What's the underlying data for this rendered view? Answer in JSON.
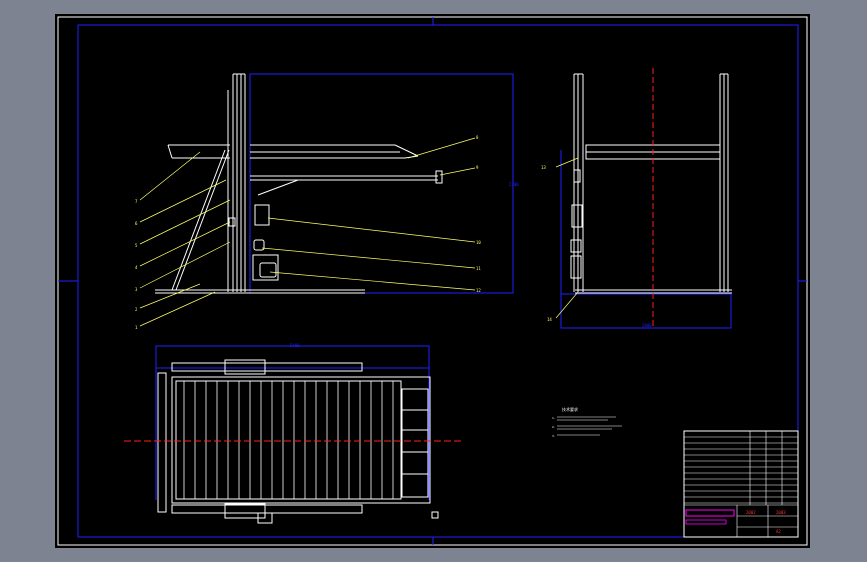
{
  "drawing": {
    "callouts_left": [
      "7",
      "6",
      "5",
      "4",
      "3",
      "2",
      "1"
    ],
    "callouts_right": [
      "8",
      "9",
      "10",
      "11",
      "12"
    ],
    "callout_13": "13",
    "callout_14": "14",
    "dim_front_height": "2700",
    "dim_side_width": "2800",
    "dim_plan_length": "5400",
    "notes_title": "技术要求",
    "notes_lines": [
      "1.",
      "2.",
      "3."
    ]
  },
  "title_block": {
    "field_a": "2002",
    "field_b": "2003",
    "field_c": "A2"
  },
  "colors": {
    "background": "#7d8391",
    "paper": "#000000",
    "frame": "#0000ff",
    "lines": "#ffffff",
    "leaders": "#ffff66",
    "center_line": "#ff2020",
    "title_magenta": "#ff00ff"
  }
}
